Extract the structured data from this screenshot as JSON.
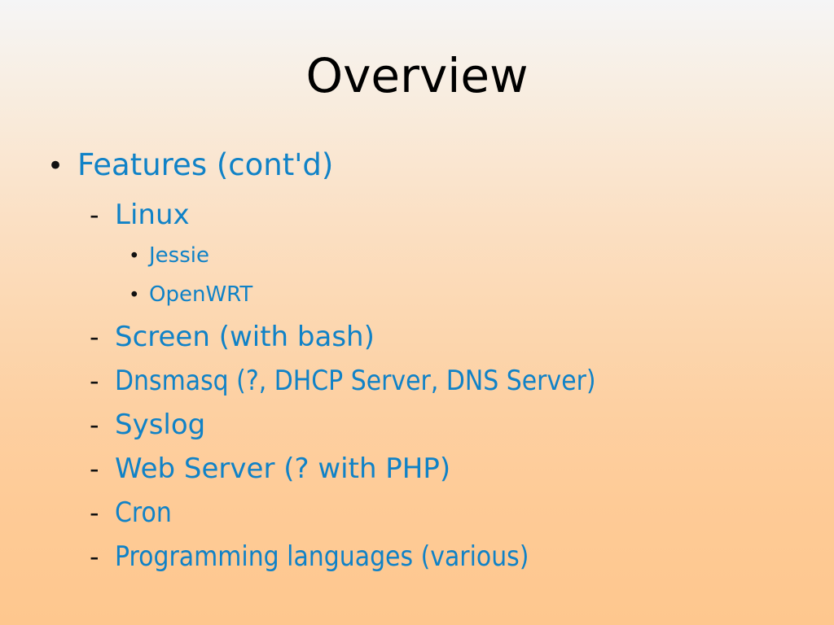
{
  "slide": {
    "title": "Overview",
    "list": {
      "items": [
        {
          "level": 1,
          "marker": "•",
          "marker_name": "bullet-icon",
          "text": "Features (cont'd)",
          "condensed": false
        },
        {
          "level": 2,
          "marker": "-",
          "marker_name": "dash-icon",
          "text": "Linux",
          "condensed": false
        },
        {
          "level": 3,
          "marker": "•",
          "marker_name": "bullet-icon",
          "text": "Jessie",
          "condensed": false
        },
        {
          "level": 3,
          "marker": "•",
          "marker_name": "bullet-icon",
          "text": "OpenWRT",
          "condensed": false
        },
        {
          "level": 2,
          "marker": "-",
          "marker_name": "dash-icon",
          "text": "Screen (with bash)",
          "condensed": false
        },
        {
          "level": 2,
          "marker": "-",
          "marker_name": "dash-icon",
          "text": "Dnsmasq (?, DHCP Server, DNS Server)",
          "condensed": true
        },
        {
          "level": 2,
          "marker": "-",
          "marker_name": "dash-icon",
          "text": "Syslog",
          "condensed": false
        },
        {
          "level": 2,
          "marker": "-",
          "marker_name": "dash-icon",
          "text": "Web Server (? with PHP)",
          "condensed": false
        },
        {
          "level": 2,
          "marker": "-",
          "marker_name": "dash-icon",
          "text": "Cron",
          "condensed": true
        },
        {
          "level": 2,
          "marker": "-",
          "marker_name": "dash-icon",
          "text": "Programming languages (various)",
          "condensed": true
        }
      ]
    },
    "colors": {
      "text_blue": "#1082c7",
      "marker_black": "#111111",
      "title_black": "#000000",
      "bg_top": "#f5f5f6",
      "bg_bottom": "#fec78e"
    }
  }
}
